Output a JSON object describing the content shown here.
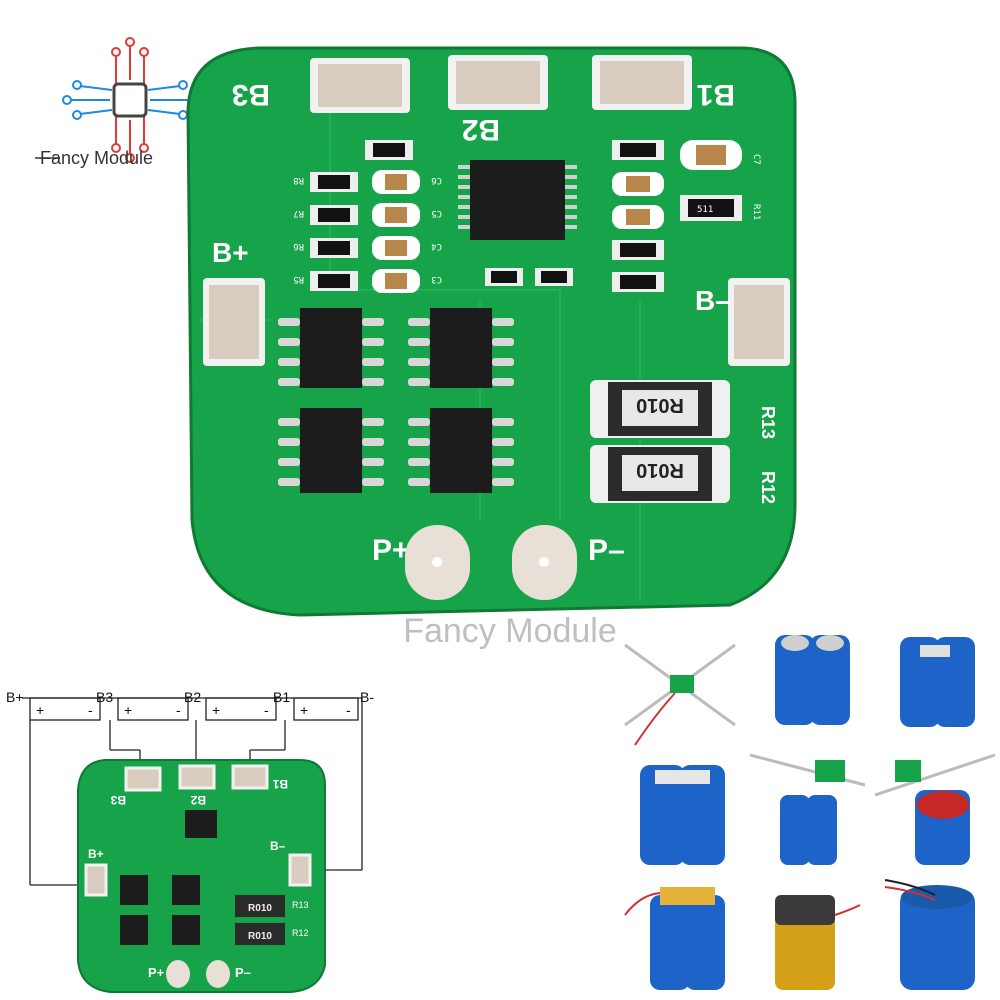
{
  "brand": {
    "name": "Fancy Module"
  },
  "watermark": {
    "text": "Fancy Module"
  },
  "board_labels": {
    "b1": "B1",
    "b2": "B2",
    "b3": "B3",
    "b_plus": "B+",
    "b_minus": "B–",
    "p_plus": "P+",
    "p_minus": "P–",
    "r13": "R13",
    "r12": "R12",
    "r11": "R11",
    "r010_a": "R010",
    "r010_b": "R010",
    "c7": "C7",
    "r511": "511"
  },
  "smd_labels": [
    {
      "left": "R8",
      "right": "C6"
    },
    {
      "left": "R7",
      "right": "C5"
    },
    {
      "left": "R6",
      "right": "C4"
    },
    {
      "left": "R5",
      "right": "C3"
    }
  ],
  "wiring": {
    "terminals": [
      "B+",
      "B3",
      "B2",
      "B1",
      "B-"
    ],
    "cell_polarity": {
      "plus": "+",
      "minus": "-"
    }
  },
  "small_board_labels": {
    "b1": "B1",
    "b2": "B2",
    "b3": "B3",
    "b_plus": "B+",
    "b_minus": "B–",
    "p_plus": "P+",
    "p_minus": "P–",
    "r13": "R13",
    "r12": "R12",
    "r010_a": "R010",
    "r010_b": "R010"
  },
  "colors": {
    "pcb": "#17a34a",
    "pcb_dark": "#128a3c",
    "pad": "#d9cdbf",
    "chip": "#1c1c1c",
    "battery": "#1e63c8",
    "wire": "#222222"
  }
}
